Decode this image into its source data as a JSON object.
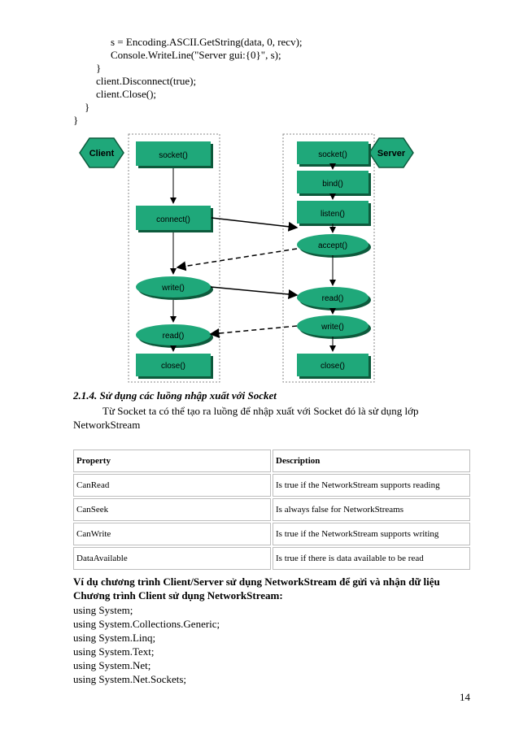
{
  "code_top": [
    "s = Encoding.ASCII.GetString(data, 0, recv);",
    "Console.WriteLine(\"Server gui:{0}\", s);",
    "}",
    "client.Disconnect(true);",
    "client.Close();",
    "}",
    "}"
  ],
  "diagram": {
    "client_label": "Client",
    "server_label": "Server",
    "client_nodes": [
      "socket()",
      "connect()",
      "write()",
      "read()",
      "close()"
    ],
    "server_nodes": [
      "socket()",
      "bind()",
      "listen()",
      "accept()",
      "read()",
      "write()",
      "close()"
    ],
    "colors": {
      "node_fill": "#1fa87a",
      "node_shadow": "#0d5a3c",
      "border": "#7a7a7a"
    }
  },
  "section": {
    "heading": "2.1.4. Sử dụng các luồng nhập xuất với Socket",
    "paragraph": "Từ Socket ta có thể tạo ra luồng để nhập xuất với Socket đó là sử dụng lớp NetworkStream"
  },
  "table": {
    "headers": [
      "Property",
      "Description"
    ],
    "rows": [
      [
        "CanRead",
        "Is true if the NetworkStream supports reading"
      ],
      [
        "CanSeek",
        "Is always false for NetworkStreams"
      ],
      [
        "CanWrite",
        "Is true if the NetworkStream supports writing"
      ],
      [
        "DataAvailable",
        "Is true if there is data available to be read"
      ]
    ]
  },
  "example": {
    "title": "Ví dụ chương trình Client/Server sử dụng NetworkStream để gửi và nhận dữ liệu",
    "subtitle": "Chương trình Client sử dụng NetworkStream:",
    "lines": [
      "using System;",
      "using System.Collections.Generic;",
      "using System.Linq;",
      "using System.Text;",
      "using System.Net;",
      "using System.Net.Sockets;"
    ]
  },
  "page_number": "14"
}
